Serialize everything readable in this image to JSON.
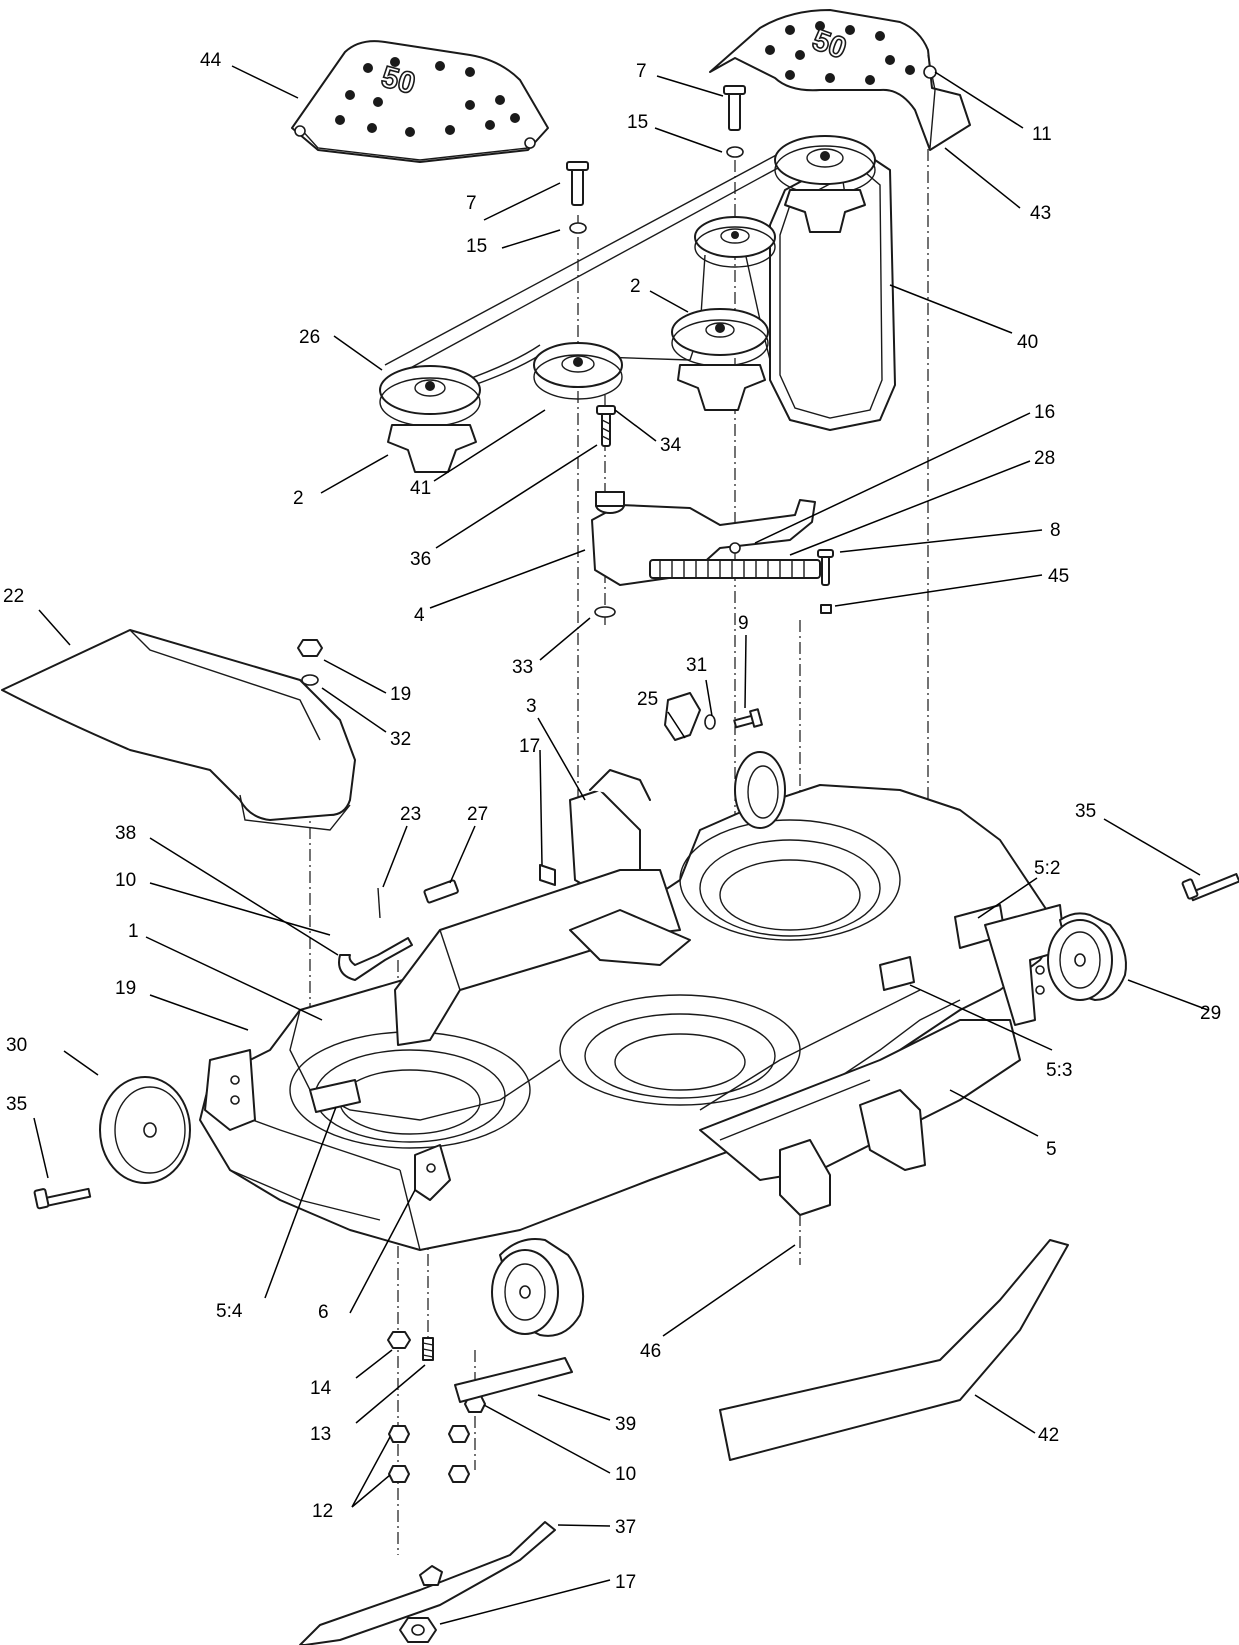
{
  "diagram": {
    "cover_logo_text": "50",
    "callouts": [
      {
        "id": "c44",
        "label": "44"
      },
      {
        "id": "c7a",
        "label": "7"
      },
      {
        "id": "c15a",
        "label": "15"
      },
      {
        "id": "c11",
        "label": "11"
      },
      {
        "id": "c43",
        "label": "43"
      },
      {
        "id": "c7b",
        "label": "7"
      },
      {
        "id": "c15b",
        "label": "15"
      },
      {
        "id": "c2a",
        "label": "2"
      },
      {
        "id": "c40",
        "label": "40"
      },
      {
        "id": "c26",
        "label": "26"
      },
      {
        "id": "c34",
        "label": "34"
      },
      {
        "id": "c16",
        "label": "16"
      },
      {
        "id": "c28",
        "label": "28"
      },
      {
        "id": "c2b",
        "label": "2"
      },
      {
        "id": "c41",
        "label": "41"
      },
      {
        "id": "c36",
        "label": "36"
      },
      {
        "id": "c8",
        "label": "8"
      },
      {
        "id": "c45",
        "label": "45"
      },
      {
        "id": "c4",
        "label": "4"
      },
      {
        "id": "c22",
        "label": "22"
      },
      {
        "id": "c9",
        "label": "9"
      },
      {
        "id": "c33",
        "label": "33"
      },
      {
        "id": "c31",
        "label": "31"
      },
      {
        "id": "c25",
        "label": "25"
      },
      {
        "id": "c19a",
        "label": "19"
      },
      {
        "id": "c32",
        "label": "32"
      },
      {
        "id": "c3",
        "label": "3"
      },
      {
        "id": "c17a",
        "label": "17"
      },
      {
        "id": "c35a",
        "label": "35"
      },
      {
        "id": "c23",
        "label": "23"
      },
      {
        "id": "c27",
        "label": "27"
      },
      {
        "id": "c38",
        "label": "38"
      },
      {
        "id": "c52",
        "label": "5:2"
      },
      {
        "id": "c10a",
        "label": "10"
      },
      {
        "id": "c1",
        "label": "1"
      },
      {
        "id": "c29",
        "label": "29"
      },
      {
        "id": "c19b",
        "label": "19"
      },
      {
        "id": "c53",
        "label": "5:3"
      },
      {
        "id": "c30",
        "label": "30"
      },
      {
        "id": "c35b",
        "label": "35"
      },
      {
        "id": "c5",
        "label": "5"
      },
      {
        "id": "c54",
        "label": "5:4"
      },
      {
        "id": "c6",
        "label": "6"
      },
      {
        "id": "c46",
        "label": "46"
      },
      {
        "id": "c14",
        "label": "14"
      },
      {
        "id": "c39",
        "label": "39"
      },
      {
        "id": "c42",
        "label": "42"
      },
      {
        "id": "c13",
        "label": "13"
      },
      {
        "id": "c10b",
        "label": "10"
      },
      {
        "id": "c12",
        "label": "12"
      },
      {
        "id": "c37",
        "label": "37"
      },
      {
        "id": "c17b",
        "label": "17"
      }
    ]
  }
}
